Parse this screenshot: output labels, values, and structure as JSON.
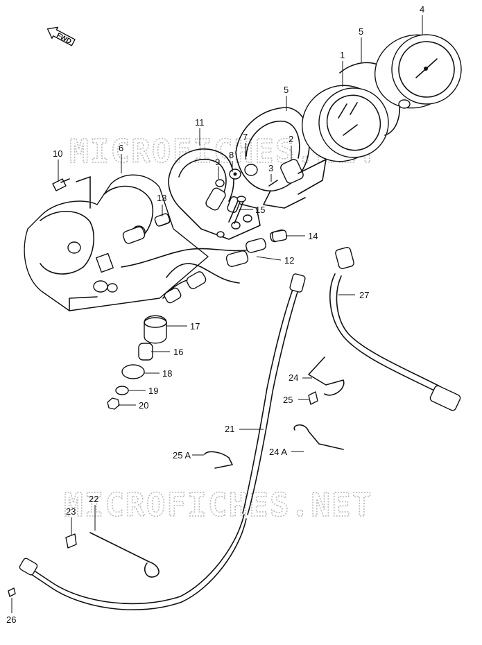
{
  "direction_label": "FWD",
  "watermark": [
    "MICROFICHES.NET",
    "MICROFICHES.NET"
  ],
  "callouts": [
    "1",
    "2",
    "3",
    "4",
    "5",
    "5",
    "6",
    "7",
    "8",
    "9",
    "10",
    "11",
    "12",
    "13",
    "14",
    "15",
    "16",
    "17",
    "18",
    "19",
    "20",
    "21",
    "22",
    "23",
    "24",
    "24 A",
    "25",
    "25 A",
    "26",
    "27"
  ]
}
